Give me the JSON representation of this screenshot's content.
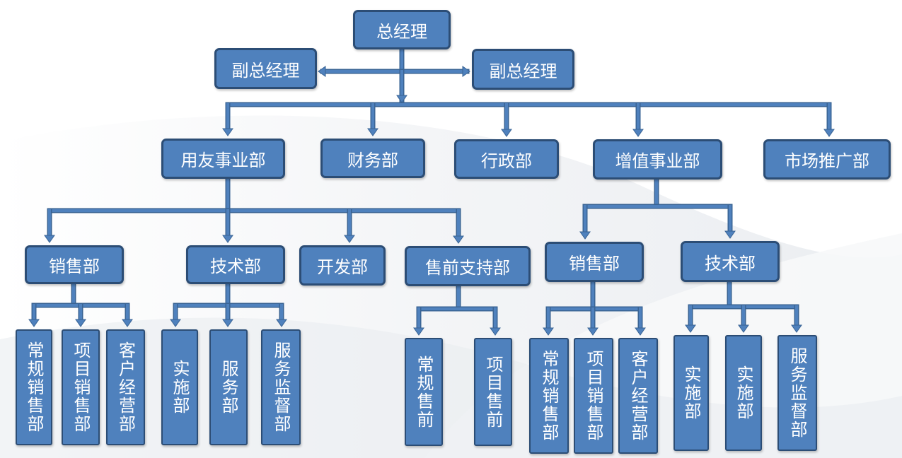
{
  "colors": {
    "node_fill": "#4f81bd",
    "node_border": "#2c4d75",
    "connector": "#4f81bd",
    "text": "#ffffff"
  },
  "nodes": {
    "gm": "总经理",
    "vp_left": "副总经理",
    "vp_right": "副总经理",
    "yongyou_div": "用友事业部",
    "finance": "财务部",
    "admin": "行政部",
    "value_added_div": "增值事业部",
    "marketing": "市场推广部",
    "yy_sales": "销售部",
    "yy_tech": "技术部",
    "yy_dev": "开发部",
    "yy_presales": "售前支持部",
    "va_sales": "销售部",
    "va_tech": "技术部",
    "yy_sales_regular": "常规销售部",
    "yy_sales_project": "项目销售部",
    "yy_sales_account": "客户经营部",
    "yy_tech_impl": "实施部",
    "yy_tech_service": "服务部",
    "yy_tech_supervise": "服务监督部",
    "yy_presales_regular": "常规售前",
    "yy_presales_project": "项目售前",
    "va_sales_regular": "常规销售部",
    "va_sales_project": "项目销售部",
    "va_sales_account": "客户经营部",
    "va_tech_impl1": "实施部",
    "va_tech_impl2": "实施部",
    "va_tech_supervise": "服务监督部"
  }
}
